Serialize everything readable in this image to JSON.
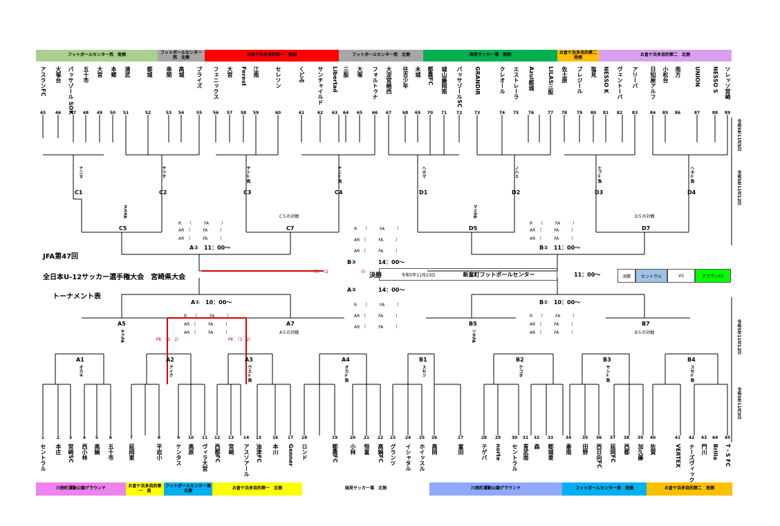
{
  "tournament": {
    "edition": "JFA第47回",
    "title": "全日本U-12サッカー選手権大会　宮崎県大会",
    "subtitle": "トーナメント表",
    "final_label": "決勝",
    "final_date": "令和5年11月23日",
    "final_venue": "新富町フットボールセンター",
    "final_time": "11：00〜",
    "final_extra": "EX　（2　　　　　　　　0）",
    "final_result": {
      "label": "決勝",
      "team_a": "セントラル",
      "vs": "VS",
      "team_b": "アスランFC"
    }
  },
  "venues_top": [
    {
      "text": "フットボールセンター西　南側",
      "color": "#a9d08e"
    },
    {
      "text": "フットボールセンター西　北側",
      "color": "#a6a6a6"
    },
    {
      "text": "お倉ケ浜多目的第一　南側",
      "color": "#ff0000"
    },
    {
      "text": "フットボールセンター西　北側",
      "color": "#a6a6a6"
    },
    {
      "text": "国見サッカー場　南側",
      "color": "#00b050"
    },
    {
      "text": "お倉ケ浜多目的第二南側",
      "color": "#ffc000"
    },
    {
      "text": "お倉ケ浜多目的第二　北側",
      "color": "#d9a0f0"
    }
  ],
  "venues_bottom": [
    {
      "text": "川南町運動公園グラウンド",
      "color": "#ee82ee"
    },
    {
      "text": "お倉ケ浜多目的第一　南",
      "color": "#ffff00"
    },
    {
      "text": "フットボールセンター東　北側",
      "color": "#00b0f0"
    },
    {
      "text": "お倉ケ浜多目的第一　北側",
      "color": "#ffff00"
    },
    {
      "text": "国見サッカー場　北側",
      "color": "#ffffff"
    },
    {
      "text": "川南町運動公園グラウンド",
      "color": "#8ea9ff"
    },
    {
      "text": "フットボールセンター東　南側",
      "color": "#00b0f0"
    },
    {
      "text": "お倉ケ浜多目的第二　南側",
      "color": "#ffc000"
    }
  ],
  "teams_top": [
    {
      "name": "アスランFC",
      "no": "45"
    },
    {
      "name": "大塚台",
      "no": "46"
    },
    {
      "name": "パッサゾール SOK",
      "no": "47"
    },
    {
      "name": "五十市",
      "no": "48"
    },
    {
      "name": "大宮",
      "no": "49"
    },
    {
      "name": "本郷",
      "no": "50"
    },
    {
      "name": "清武",
      "no": "51"
    },
    {
      "name": "都城",
      "no": "52"
    },
    {
      "name": "串間",
      "no": "53"
    },
    {
      "name": "高城",
      "no": "54"
    },
    {
      "name": "プライズ",
      "no": "55"
    },
    {
      "name": "フェニックス",
      "no": "56"
    },
    {
      "name": "大宮",
      "no": "57"
    },
    {
      "name": "Ferest",
      "no": "58"
    },
    {
      "name": "江南",
      "no": "59"
    },
    {
      "name": "セレソン",
      "no": "60"
    },
    {
      "name": "くどみ",
      "no": "61"
    },
    {
      "name": "サンチャイルド",
      "no": "62"
    },
    {
      "name": "Libertad",
      "no": "63"
    },
    {
      "name": "三股",
      "no": "64"
    },
    {
      "name": "大塚",
      "no": "65"
    },
    {
      "name": "フォルトゥナ",
      "no": "66"
    },
    {
      "name": "大淀宮崎西",
      "no": "67"
    },
    {
      "name": "住吉少年",
      "no": "68"
    },
    {
      "name": "木城",
      "no": "69"
    },
    {
      "name": "都農FC",
      "no": "70"
    },
    {
      "name": "城山藤岡南",
      "no": "71"
    },
    {
      "name": "パッサゾールSC",
      "no": "72"
    },
    {
      "name": "GRANDIR",
      "no": "73"
    },
    {
      "name": "クレオール",
      "no": "74"
    },
    {
      "name": "エストレーラ",
      "no": "75"
    },
    {
      "name": "Azul都城",
      "no": "76"
    },
    {
      "name": "LILAS三股",
      "no": "77"
    },
    {
      "name": "佐土原",
      "no": "78"
    },
    {
      "name": "ブレジール",
      "no": "79"
    },
    {
      "name": "塩見",
      "no": "80"
    },
    {
      "name": "NESSO K",
      "no": "81"
    },
    {
      "name": "ヴェントーバ",
      "no": "82"
    },
    {
      "name": "アリーバ",
      "no": "83"
    },
    {
      "name": "日知屋アルフ",
      "no": "84"
    },
    {
      "name": "小松台",
      "no": "85"
    },
    {
      "name": "南方",
      "no": "86"
    },
    {
      "name": "UNION",
      "no": "87"
    },
    {
      "name": "NESSO S",
      "no": "88"
    },
    {
      "name": "ソレッソ宮崎",
      "no": "89"
    }
  ],
  "teams_bottom": [
    {
      "name": "セントラル",
      "no": "1"
    },
    {
      "name": "本庄",
      "no": "2"
    },
    {
      "name": "宮崎SC",
      "no": "3"
    },
    {
      "name": "西小林",
      "no": "4"
    },
    {
      "name": "高鍋",
      "no": "5"
    },
    {
      "name": "五十市",
      "no": "6"
    },
    {
      "name": "延岡東",
      "no": "7"
    },
    {
      "name": "平岩小",
      "no": "8"
    },
    {
      "name": "ケンタス",
      "no": "9"
    },
    {
      "name": "高原",
      "no": "10"
    },
    {
      "name": "ヴィラ大宮",
      "no": "11"
    },
    {
      "name": "西都FC",
      "no": "12"
    },
    {
      "name": "宮崎",
      "no": "13"
    },
    {
      "name": "アスソアール",
      "no": "14"
    },
    {
      "name": "油津FC",
      "no": "15"
    },
    {
      "name": "本川",
      "no": "16"
    },
    {
      "name": "Genner",
      "no": "17"
    },
    {
      "name": "ロンド",
      "no": "18"
    },
    {
      "name": "都農FC",
      "no": "19"
    },
    {
      "name": "小林",
      "no": "20"
    },
    {
      "name": "恒富",
      "no": "21"
    },
    {
      "name": "高鍋FC",
      "no": "22"
    },
    {
      "name": "グランツ",
      "no": "23"
    },
    {
      "name": "イシャタル",
      "no": "24"
    },
    {
      "name": "ホイッスル",
      "no": "25"
    },
    {
      "name": "高岡",
      "no": "26"
    },
    {
      "name": "富田",
      "no": "27"
    },
    {
      "name": "テゲバ",
      "no": "28"
    },
    {
      "name": "norte",
      "no": "29"
    },
    {
      "name": "セントラル",
      "no": "30"
    },
    {
      "name": "青武南",
      "no": "31"
    },
    {
      "name": "森",
      "no": "32"
    },
    {
      "name": "都城東",
      "no": "33"
    },
    {
      "name": "妻南",
      "no": "34"
    },
    {
      "name": "田野",
      "no": "35"
    },
    {
      "name": "西日向FC",
      "no": "36"
    },
    {
      "name": "延岡FC",
      "no": "37"
    },
    {
      "name": "西都",
      "no": "38"
    },
    {
      "name": "加久藤",
      "no": "39"
    },
    {
      "name": "佐賀",
      "no": "40"
    },
    {
      "name": "VERTEX",
      "no": "41"
    },
    {
      "name": "ナーズヴィック",
      "no": "42"
    },
    {
      "name": "門川",
      "no": "43"
    },
    {
      "name": "Brilla",
      "no": "44"
    },
    {
      "name": "T・S FC",
      "no": "45"
    }
  ],
  "blocks_top": [
    {
      "id": "C1",
      "kana": "ナニヌ"
    },
    {
      "id": "C2",
      "kana": "チツテ"
    },
    {
      "id": "C3",
      "kana": "テト①負"
    },
    {
      "id": "C4",
      "kana": "ナニ②負"
    },
    {
      "id": "D1",
      "kana": "へホマ"
    },
    {
      "id": "D2",
      "kana": "ノハミ"
    },
    {
      "id": "D3",
      "kana": "ヒフ①負"
    },
    {
      "id": "D4",
      "kana": "へホ②負"
    }
  ],
  "blocks_bottom": [
    {
      "id": "A1",
      "kana": "オカキ"
    },
    {
      "id": "A2",
      "kana": "アイク"
    },
    {
      "id": "A3",
      "kana": "ウエ①負"
    },
    {
      "id": "A4",
      "kana": "オカ②負"
    },
    {
      "id": "B1",
      "kana": "スセソ"
    },
    {
      "id": "B2",
      "kana": "ケコタ"
    },
    {
      "id": "B3",
      "kana": "サシ①負"
    },
    {
      "id": "B4",
      "kana": "スセ②負"
    }
  ],
  "rounds": {
    "c5": "C5",
    "c7": "C7",
    "c7_note": "C５の対戦",
    "d5": "D5",
    "d7": "D7",
    "d7_note": "D５の対戦",
    "a5": "A5",
    "a7": "A7",
    "a7_note": "A５の対戦",
    "b5": "B5",
    "b7": "B7",
    "b7_note": "B５の対戦",
    "a2_time": "A②　11：00〜",
    "b2_time": "B②　11：00〜",
    "b3_time": "B③　　　　14：00〜",
    "a3_time": "A③　　　　14：00〜",
    "a1_time": "A①　10：00〜",
    "b1_time": "B①　10：00〜",
    "ref_r": "R　　（　　　FA　　　）",
    "ref_ar": "AR　（　　　FA　　　）",
    "c5_kana": "ヌネFA",
    "a5_kana": "キクFA",
    "b5_kana": "ソタFA",
    "d5_kana": "マミFA",
    "pk_a": "PK　（1　2）",
    "pk_b": "PK　（3　2）"
  },
  "side_dates": {
    "top_1": "令和5年11月5日",
    "top_2": "令和5年11月12日",
    "bottom_1": "令和5年11月12日",
    "bottom_2": "令和5年11月3日"
  }
}
